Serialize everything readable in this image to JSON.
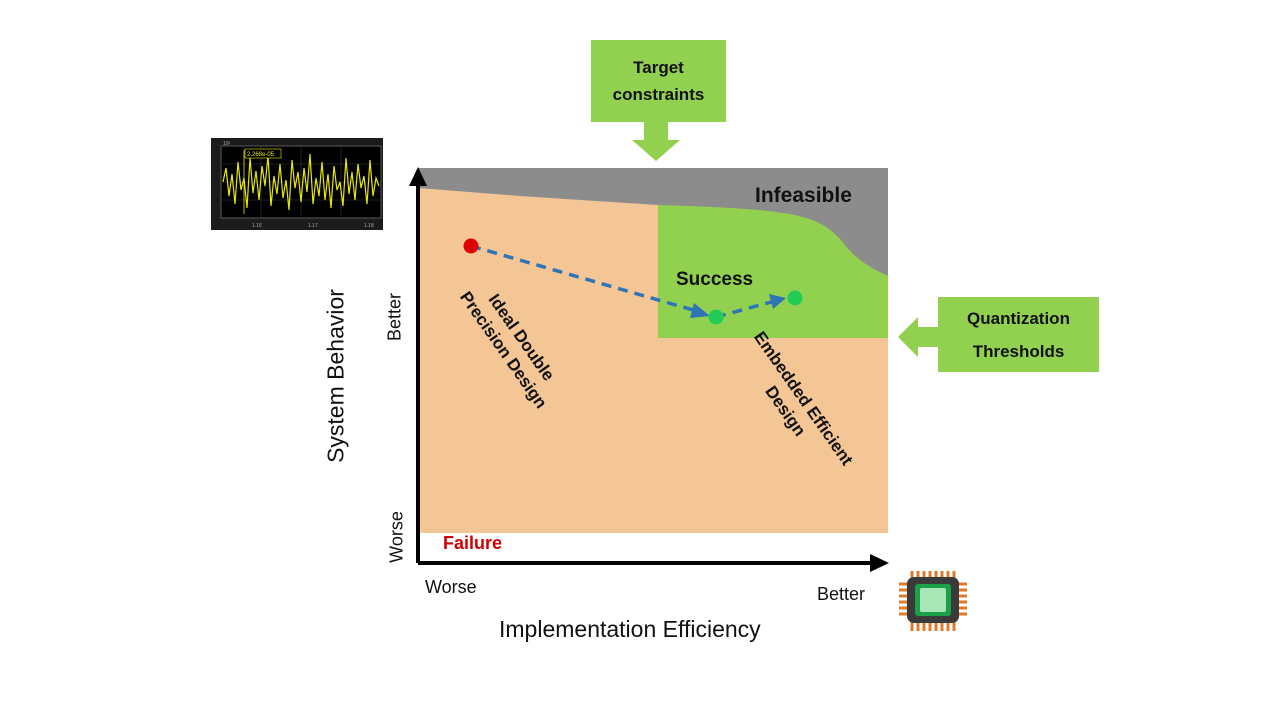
{
  "callouts": {
    "target": {
      "line1": "Target",
      "line2": "constraints"
    },
    "quantization": {
      "line1": "Quantization",
      "line2": "Thresholds"
    }
  },
  "regions": {
    "infeasible": "Infeasible",
    "success": "Success",
    "failure": "Failure"
  },
  "points": {
    "ideal": {
      "line1": "Ideal Double",
      "line2": "Precision Design"
    },
    "embedded": {
      "line1": "Embedded Efficient",
      "line2": "Design"
    }
  },
  "axes": {
    "x_title": "Implementation Efficiency",
    "x_low": "Worse",
    "x_high": "Better",
    "y_title": "System Behavior",
    "y_low": "Worse",
    "y_high": "Better"
  },
  "scope": {
    "readout": "2.268e-05",
    "tick1": "1.16",
    "tick2": "1.17",
    "tick3": "1.18",
    "exp": "10³"
  },
  "colors": {
    "failure_region": "#f4c696",
    "success_region": "#92d050",
    "infeasible_region": "#8c8c8c",
    "ideal_point": "#e00000",
    "embedded_point": "#22cc55",
    "path_arrow": "#2e75b6",
    "failure_text": "#d00000"
  },
  "icons": [
    "signal-scope-icon",
    "microchip-icon"
  ]
}
